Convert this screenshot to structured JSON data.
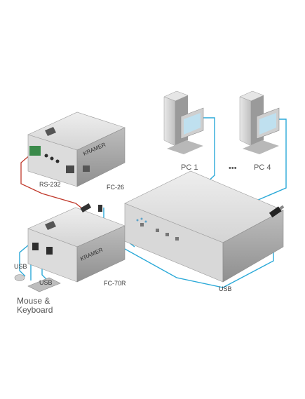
{
  "labels": {
    "rs232": "RS-232",
    "fc26": "FC-26",
    "fc70r": "FC-70R",
    "usb_left": "USB",
    "usb_kb": "USB",
    "usb_bottom": "USB",
    "pc1": "PC 1",
    "pc4": "PC 4",
    "ellipsis": "•••",
    "mouse_line1": "Mouse &",
    "mouse_line2": "Keyboard"
  },
  "colors": {
    "usb_cable": "#2aa9d8",
    "rs232_cable": "#c0392b",
    "device_body": "#d9d9d9",
    "device_dark": "#8a8a8a"
  }
}
